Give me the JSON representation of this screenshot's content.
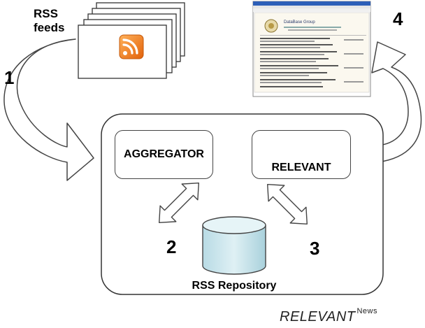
{
  "rss_feeds": {
    "line1": "RSS",
    "line2": "feeds"
  },
  "steps": {
    "s1": "1",
    "s2": "2",
    "s3": "3",
    "s4": "4"
  },
  "aggregator": {
    "label": "AGGREGATOR"
  },
  "relevant": {
    "label": "RELEVANT"
  },
  "repository": {
    "label": "RSS Repository"
  },
  "screenshot": {
    "header_title": "DataBase Group"
  },
  "brand": {
    "main": "RELEVANT",
    "sup": "News"
  },
  "colors": {
    "rss_orange": "#f07a1a",
    "cylinder_fill": "#cfe7ee",
    "network_blue": "#2a4f86"
  }
}
